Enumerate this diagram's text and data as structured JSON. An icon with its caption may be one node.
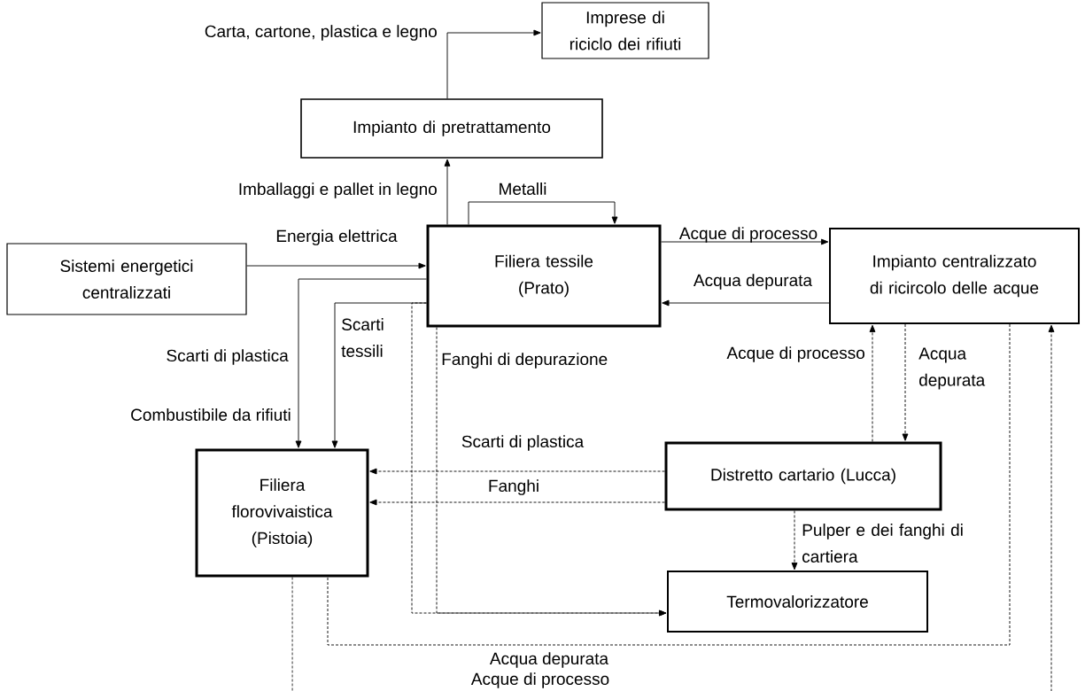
{
  "diagram": {
    "nodes": [
      {
        "text": [
          "Imprese di riciclo dei rifiuti"
        ]
      },
      {
        "text": [
          "Impianto di pretrattamento"
        ]
      },
      {
        "text": [
          "Sistemi energetici centralizzati"
        ]
      },
      {
        "text": [
          "Filiera tessile (Prato)"
        ]
      },
      {
        "text": [
          "Impianto centralizzato di ricircolo delle acque"
        ]
      },
      {
        "text": [
          "Filiera florovivaistica (Pistoia)"
        ]
      },
      {
        "text": [
          "Distretto cartario (Lucca)"
        ]
      },
      {
        "text": [
          "Termovalorizzatore"
        ]
      }
    ],
    "edges": [
      {
        "from": 1,
        "to": 0,
        "arrow": "to",
        "label": "Carta, cartone, plastica e legno"
      },
      {
        "from": 3,
        "to": 1,
        "arrow": "to",
        "label": "Imballaggi e pallet in legno"
      },
      {
        "from": 3,
        "to": 3,
        "arrow": "to",
        "label": "Metalli"
      },
      {
        "from": 2,
        "to": 3,
        "arrow": "to",
        "label": "Energia elettrica"
      },
      {
        "from": 3,
        "to": 5,
        "arrow": "to",
        "label": "Scarti di plastica"
      },
      {
        "from": 3,
        "to": 5,
        "arrow": "to",
        "label": "Scarti tessili"
      },
      {
        "from": 3,
        "to": 7,
        "arrow": "to",
        "style": "dashed"
      },
      {
        "from": 3,
        "to": 7,
        "arrow": "to",
        "style": "dashed",
        "label": "Fanghi di depurazione"
      },
      {
        "from": 3,
        "to": 4,
        "arrow": "to",
        "label": "Acque di processo"
      },
      {
        "from": 4,
        "to": 3,
        "arrow": "to",
        "label": "Acqua depurata"
      },
      {
        "from": 6,
        "to": 4,
        "arrow": "to",
        "style": "dashed",
        "label": "Acque di processo"
      },
      {
        "from": 4,
        "to": 6,
        "arrow": "to",
        "style": "dashed",
        "label": "Acqua depurata"
      },
      {
        "from": 6,
        "to": 5,
        "arrow": "to",
        "style": "dashed",
        "label": "Scarti di plastica"
      },
      {
        "from": 6,
        "to": 5,
        "arrow": "to",
        "style": "dashed",
        "label": "Fanghi"
      },
      {
        "from": 6,
        "to": 7,
        "arrow": "to",
        "style": "dashed",
        "label": "Pulper e dei fanghi di cartiera"
      },
      {
        "from": 4,
        "to": 5,
        "arrow": "none",
        "style": "dashed",
        "label": "Acqua depurata"
      },
      {
        "from": 5,
        "to": 4,
        "arrow": "to",
        "style": "dashed",
        "label": "Acque di processo"
      }
    ],
    "labels": [
      "Combustibile da rifiuti"
    ]
  }
}
